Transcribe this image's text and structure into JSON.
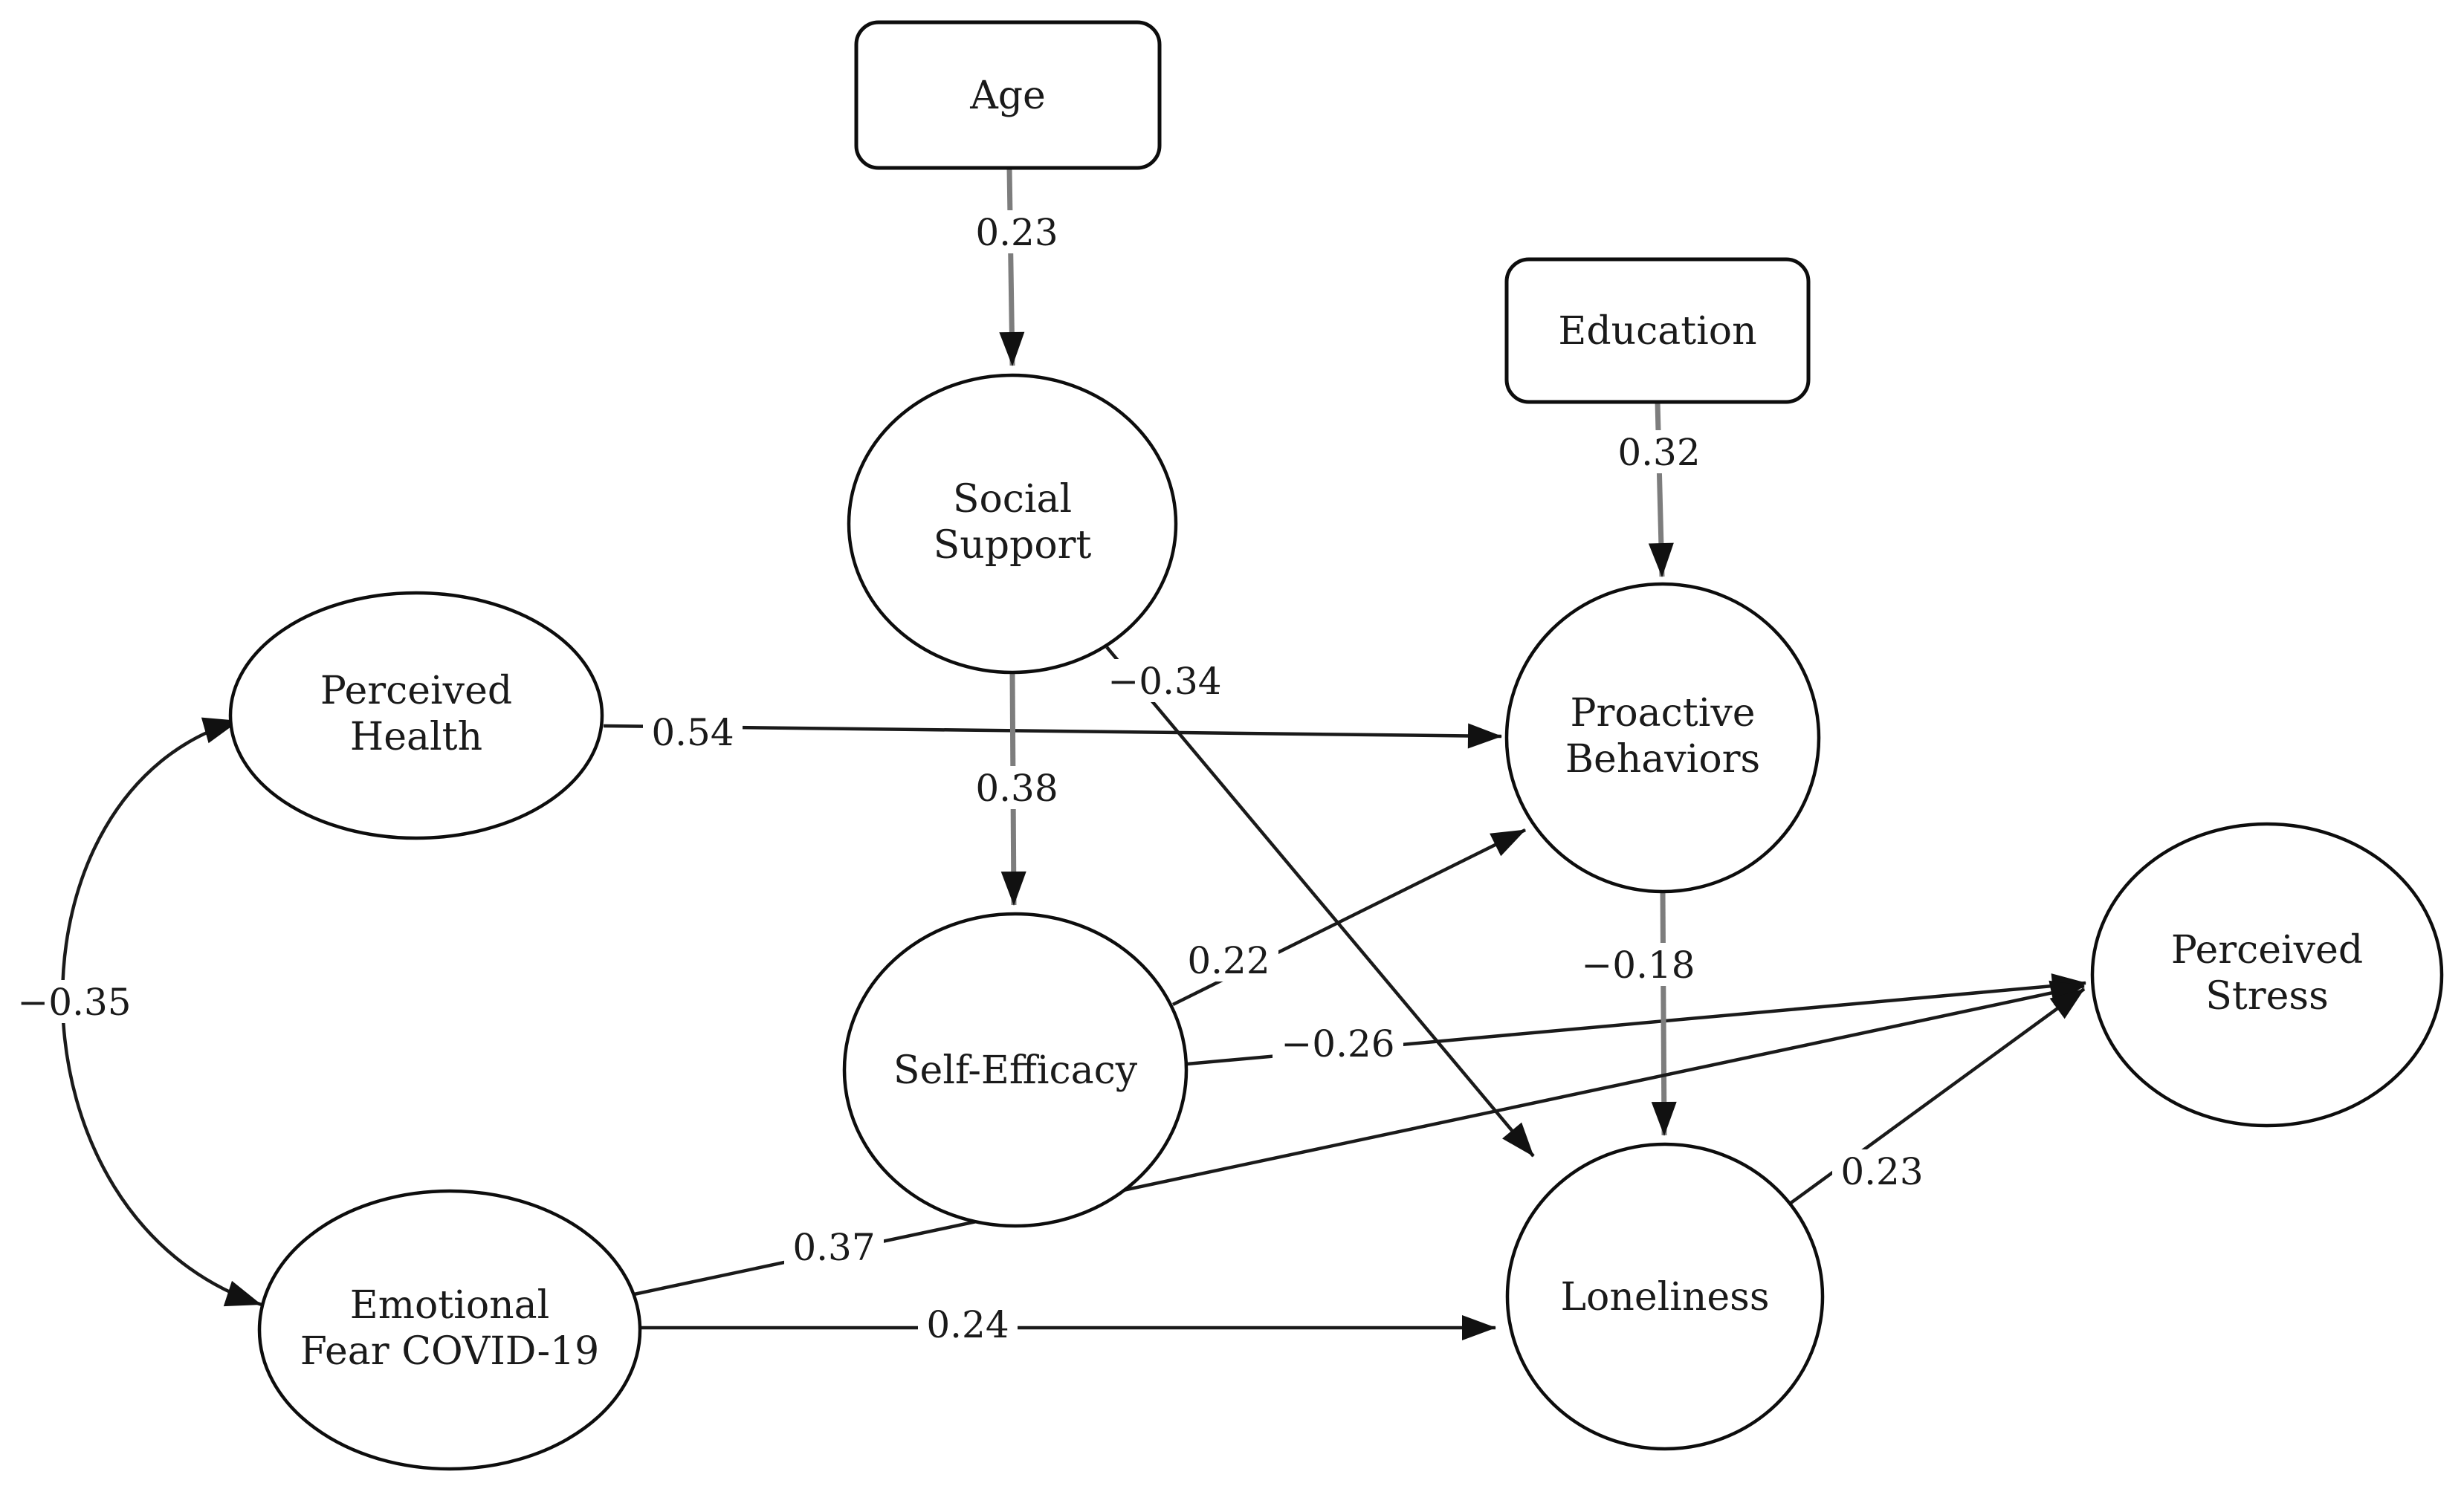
{
  "diagram": {
    "type": "structural-path-model",
    "background_color": "#ffffff",
    "line_color": "#1a1a1a",
    "nodes": [
      {
        "id": "age",
        "shape": "rectangle",
        "label": "Age",
        "lines": [
          "Age"
        ]
      },
      {
        "id": "education",
        "shape": "rectangle",
        "label": "Education",
        "lines": [
          "Education"
        ]
      },
      {
        "id": "social-support",
        "shape": "ellipse",
        "label": "Social Support",
        "lines": [
          "Social",
          "Support"
        ]
      },
      {
        "id": "perceived-health",
        "shape": "ellipse",
        "label": "Perceived Health",
        "lines": [
          "Perceived",
          "Health"
        ]
      },
      {
        "id": "proactive-behaviors",
        "shape": "ellipse",
        "label": "Proactive Behaviors",
        "lines": [
          "Proactive",
          "Behaviors"
        ]
      },
      {
        "id": "self-efficacy",
        "shape": "ellipse",
        "label": "Self-Efficacy",
        "lines": [
          "Self-Efficacy"
        ]
      },
      {
        "id": "emotional-fear-covid-19",
        "shape": "ellipse",
        "label": "Emotional Fear COVID-19",
        "lines": [
          "Emotional",
          "Fear COVID-19"
        ]
      },
      {
        "id": "loneliness",
        "shape": "ellipse",
        "label": "Loneliness",
        "lines": [
          "Loneliness"
        ]
      },
      {
        "id": "perceived-stress",
        "shape": "ellipse",
        "label": "Perceived Stress",
        "lines": [
          "Perceived",
          "Stress"
        ]
      }
    ],
    "edges": [
      {
        "from": "age",
        "to": "social-support",
        "coefficient": "0.23",
        "arrow": "single"
      },
      {
        "from": "education",
        "to": "proactive-behaviors",
        "coefficient": "0.32",
        "arrow": "single"
      },
      {
        "from": "perceived-health",
        "to": "proactive-behaviors",
        "coefficient": "0.54",
        "arrow": "single"
      },
      {
        "from": "social-support",
        "to": "self-efficacy",
        "coefficient": "0.38",
        "arrow": "single"
      },
      {
        "from": "social-support",
        "to": "loneliness",
        "coefficient": "−0.34",
        "arrow": "single"
      },
      {
        "from": "self-efficacy",
        "to": "proactive-behaviors",
        "coefficient": "0.22",
        "arrow": "single"
      },
      {
        "from": "self-efficacy",
        "to": "perceived-stress",
        "coefficient": "−0.26",
        "arrow": "single"
      },
      {
        "from": "proactive-behaviors",
        "to": "loneliness",
        "coefficient": "−0.18",
        "arrow": "single"
      },
      {
        "from": "emotional-fear-covid-19",
        "to": "perceived-stress",
        "coefficient": "0.37",
        "arrow": "single"
      },
      {
        "from": "emotional-fear-covid-19",
        "to": "loneliness",
        "coefficient": "0.24",
        "arrow": "single"
      },
      {
        "from": "loneliness",
        "to": "perceived-stress",
        "coefficient": "0.23",
        "arrow": "single"
      },
      {
        "from": "perceived-health",
        "to": "emotional-fear-covid-19",
        "coefficient": "−0.35",
        "arrow": "double-headed-covariance"
      }
    ]
  }
}
